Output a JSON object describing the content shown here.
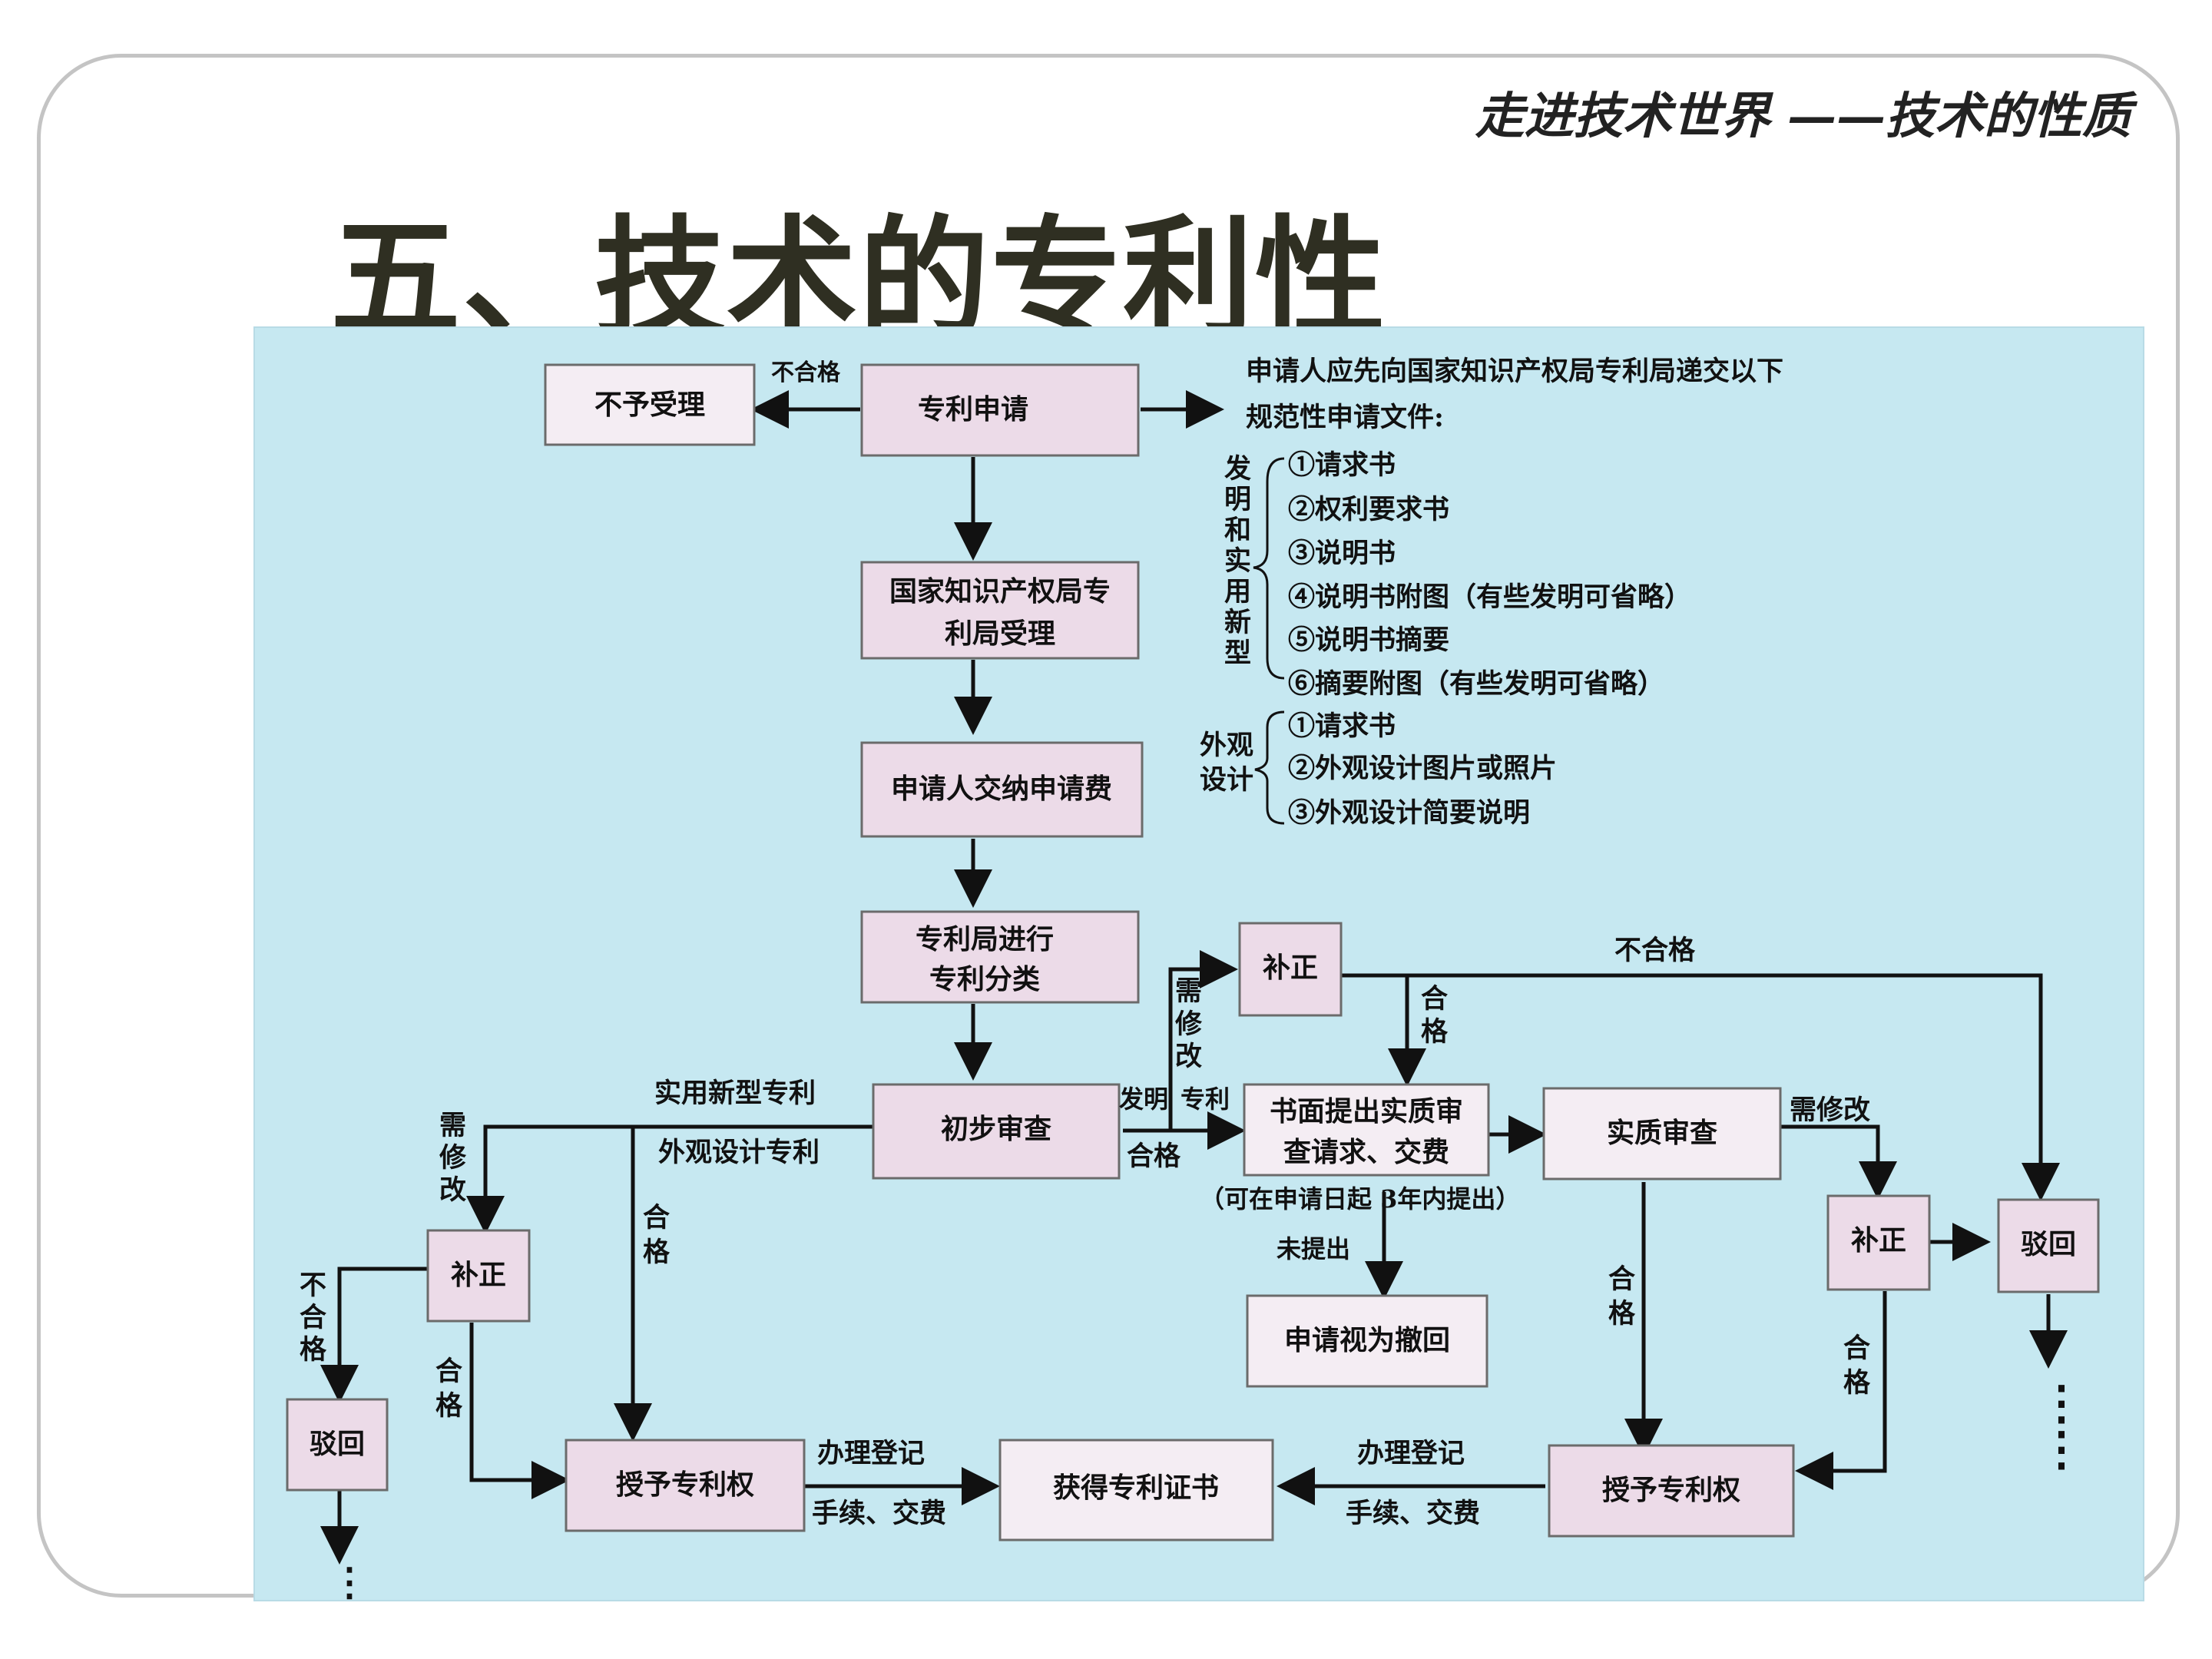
{
  "header": {
    "subtitle": "走进技术世界 ——技术的性质"
  },
  "title": "五、技术的专利性",
  "boxes": {
    "reject_accept": "不予受理",
    "patent_apply": "专利申请",
    "office_accept_1": "国家知识产权局专",
    "office_accept_2": "利局受理",
    "pay_fee": "申请人交纳申请费",
    "classify_1": "专利局进行",
    "classify_2": "专利分类",
    "prelim": "初步审查",
    "correct_top": "补正",
    "written_req_1": "书面提出实质审",
    "written_req_2": "查请求、交费",
    "substantive": "实质审查",
    "deemed_withdrawn": "申请视为撤回",
    "correct_left": "补正",
    "correct_right": "补正",
    "reject_left": "驳回",
    "reject_right": "驳回",
    "grant_left": "授予专利权",
    "certificate": "获得专利证书",
    "grant_right": "授予专利权"
  },
  "labels": {
    "unqualified_top": "不合格",
    "docs_intro_1": "申请人应先向国家知识产权局专利局递交以下",
    "docs_intro_2": "规范性申请文件:",
    "invention_group": [
      "发",
      "明",
      "和",
      "实",
      "用",
      "新",
      "型"
    ],
    "invention_docs": [
      "①请求书",
      "②权利要求书",
      "③说明书",
      "④说明书附图（有些发明可省略）",
      "⑤说明书摘要",
      "⑥摘要附图（有些发明可省略）"
    ],
    "design_group_1": "外观",
    "design_group_2": "设计",
    "design_docs": [
      "①请求书",
      "②外观设计图片或照片",
      "③外观设计简要说明"
    ],
    "utility_patent": "实用新型专利",
    "design_patent": "外观设计专利",
    "invention": "发明",
    "patent": "专利",
    "qualified": "合格",
    "needs_modify_v": [
      "需",
      "修",
      "改"
    ],
    "qualified_v": [
      "合",
      "格"
    ],
    "unqualified_v": [
      "不",
      "合",
      "格"
    ],
    "unqualified_right": "不合格",
    "time_note": "（可在申请日起 3年内提出）",
    "not_submitted": "未提出",
    "needs_modify": "需修改",
    "register_1": "办理登记",
    "register_2": "手续、交费",
    "dots": "⋮"
  }
}
